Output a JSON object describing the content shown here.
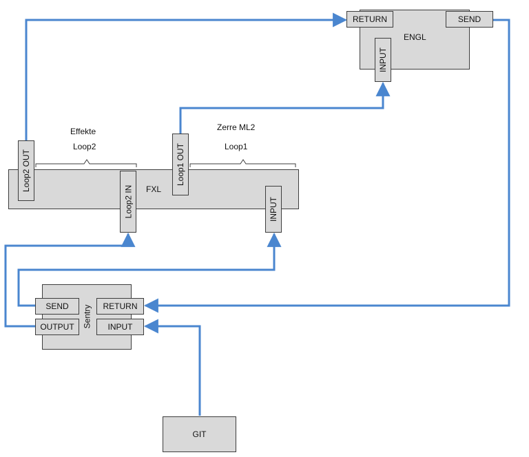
{
  "devices": {
    "engl": {
      "name": "ENGL",
      "ports": {
        "return": "RETURN",
        "send": "SEND",
        "input": "INPUT"
      }
    },
    "fxl": {
      "name": "FXL",
      "ports": {
        "loop2_out": "Loop2 OUT",
        "loop2_in": "Loop2 IN",
        "loop1_out": "Loop1 OUT",
        "input": "INPUT"
      }
    },
    "sentry": {
      "name": "Sentry",
      "ports": {
        "send": "SEND",
        "return": "RETURN",
        "output": "OUTPUT",
        "input": "INPUT"
      }
    },
    "git": {
      "name": "GIT"
    }
  },
  "annotations": {
    "loop2_title": "Effekte",
    "loop2_label": "Loop2",
    "loop1_title": "Zerre ML2",
    "loop1_label": "Loop1"
  },
  "colors": {
    "connector": "#4a86cf",
    "box_fill": "#d9d9d9",
    "box_border": "#3c3c3c"
  },
  "connections": [
    {
      "from": "FXL Loop2 OUT",
      "to": "ENGL RETURN"
    },
    {
      "from": "ENGL SEND",
      "to": "Sentry RETURN"
    },
    {
      "from": "FXL Loop1 OUT",
      "to": "ENGL INPUT"
    },
    {
      "from": "Sentry SEND",
      "to": "FXL INPUT"
    },
    {
      "from": "Sentry OUTPUT",
      "to": "FXL Loop2 IN"
    },
    {
      "from": "GIT",
      "to": "Sentry INPUT"
    }
  ]
}
